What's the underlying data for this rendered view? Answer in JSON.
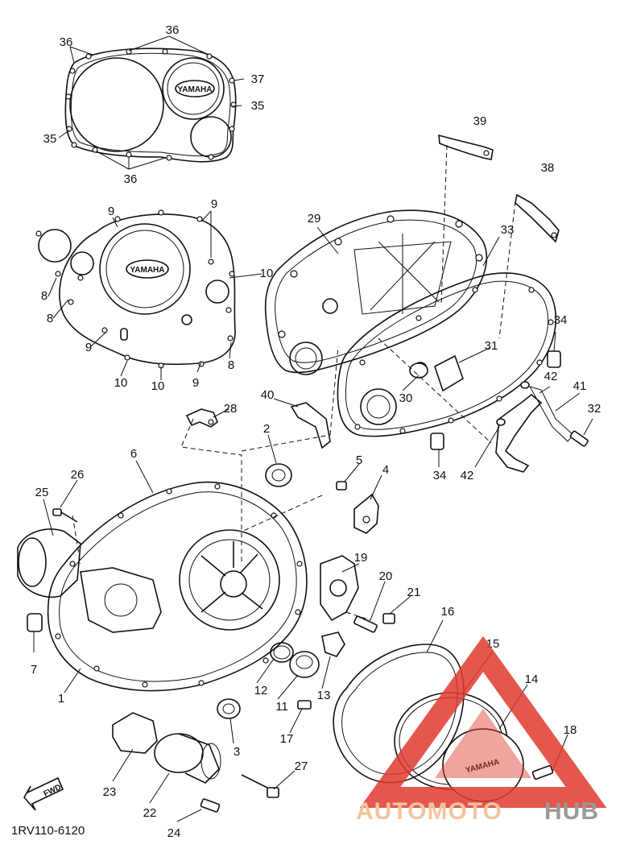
{
  "diagram": {
    "part_code": "1RV110-6120",
    "brand_mark": "YAMAHA",
    "fwd_mark": "FWD",
    "labels": [
      "1",
      "2",
      "3",
      "4",
      "5",
      "6",
      "7",
      "8",
      "9",
      "10",
      "11",
      "12",
      "13",
      "14",
      "15",
      "16",
      "17",
      "18",
      "19",
      "20",
      "21",
      "22",
      "23",
      "24",
      "25",
      "26",
      "27",
      "28",
      "29",
      "30",
      "31",
      "32",
      "33",
      "34",
      "35",
      "36",
      "37",
      "38",
      "39",
      "40",
      "41",
      "42"
    ]
  },
  "watermark": {
    "prefix": "AUTOMOTO",
    "suffix": "HUB",
    "prefix_color": "#f2c4a0",
    "suffix_color": "#9a9a9a",
    "logo_color": "#e03a2f"
  }
}
